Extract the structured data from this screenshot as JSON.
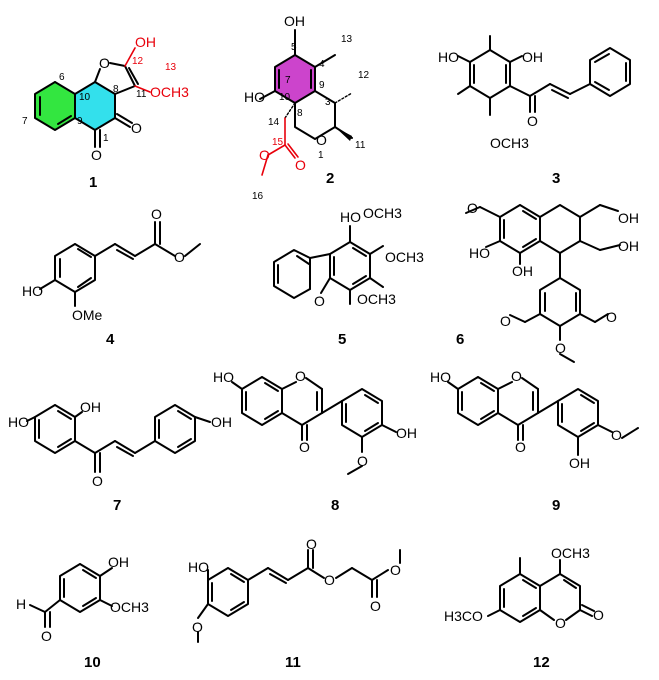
{
  "colors": {
    "cyan_ring": "#33e0ec",
    "green_ring": "#33e640",
    "magenta_ring": "#cc44cc",
    "red_label": "#e8000b"
  },
  "compound_ids": [
    "1",
    "2",
    "3",
    "4",
    "5",
    "6",
    "7",
    "8",
    "9",
    "10",
    "11",
    "12"
  ],
  "c1": {
    "labels": {
      "OH": "OH",
      "OCH3": "OCH3",
      "O": "O"
    },
    "atom_numbers": [
      "6",
      "7",
      "10",
      "8",
      "9",
      "12",
      "13",
      "11",
      "1"
    ]
  },
  "c2": {
    "labels": {
      "OH": "OH",
      "HO": "HO",
      "O": "O"
    },
    "atom_numbers": [
      "5",
      "13",
      "4",
      "12",
      "9",
      "3",
      "7",
      "10",
      "8",
      "14",
      "1",
      "11",
      "15",
      "16"
    ]
  },
  "c3": {
    "labels": {
      "HO": "HO",
      "OH": "OH",
      "O": "O",
      "OCH3": "OCH3"
    }
  },
  "c4": {
    "labels": {
      "HO": "HO",
      "OMe": "OMe",
      "O": "O"
    }
  },
  "c5": {
    "labels": {
      "HO": "HO",
      "OCH3": "OCH3",
      "O": "O"
    }
  },
  "c6": {
    "labels": {
      "HO": "HO",
      "OH": "OH",
      "O": "O"
    }
  },
  "c7": {
    "labels": {
      "HO": "HO",
      "OH": "OH",
      "O": "O"
    }
  },
  "c8": {
    "labels": {
      "HO": "HO",
      "OH": "OH",
      "O": "O"
    }
  },
  "c9": {
    "labels": {
      "HO": "HO",
      "OH": "OH",
      "O": "O"
    }
  },
  "c10": {
    "labels": {
      "OH": "OH",
      "H": "H",
      "OCH3": "OCH3",
      "O": "O"
    }
  },
  "c11": {
    "labels": {
      "HO": "HO",
      "O": "O"
    }
  },
  "c12": {
    "labels": {
      "OCH3": "OCH3",
      "H3CO": "H3CO",
      "O": "O"
    }
  }
}
